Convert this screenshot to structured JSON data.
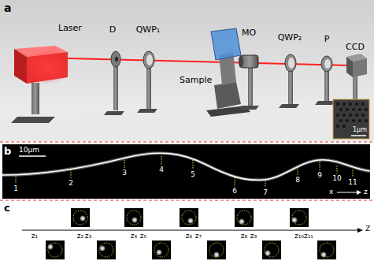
{
  "diagram": {
    "nodes": [
      {
        "text": [
          "1μm"
        ]
      }
    ],
    "labels": [
      "a",
      "Laser",
      "D",
      "QWP₁",
      "Sample",
      "MO",
      "QWP₂",
      "P",
      "CCD",
      "b",
      "10μm",
      "1",
      "2",
      "3",
      "4",
      "5",
      "6",
      "7",
      "8",
      "9",
      "10",
      "11",
      "x",
      "z",
      "c",
      "Z",
      "z₁",
      "z₂",
      "z₃",
      "z₄",
      "z₅",
      "z₆",
      "z₇",
      "z₈",
      "z₉",
      "z₁₀",
      "z₁₁"
    ]
  }
}
